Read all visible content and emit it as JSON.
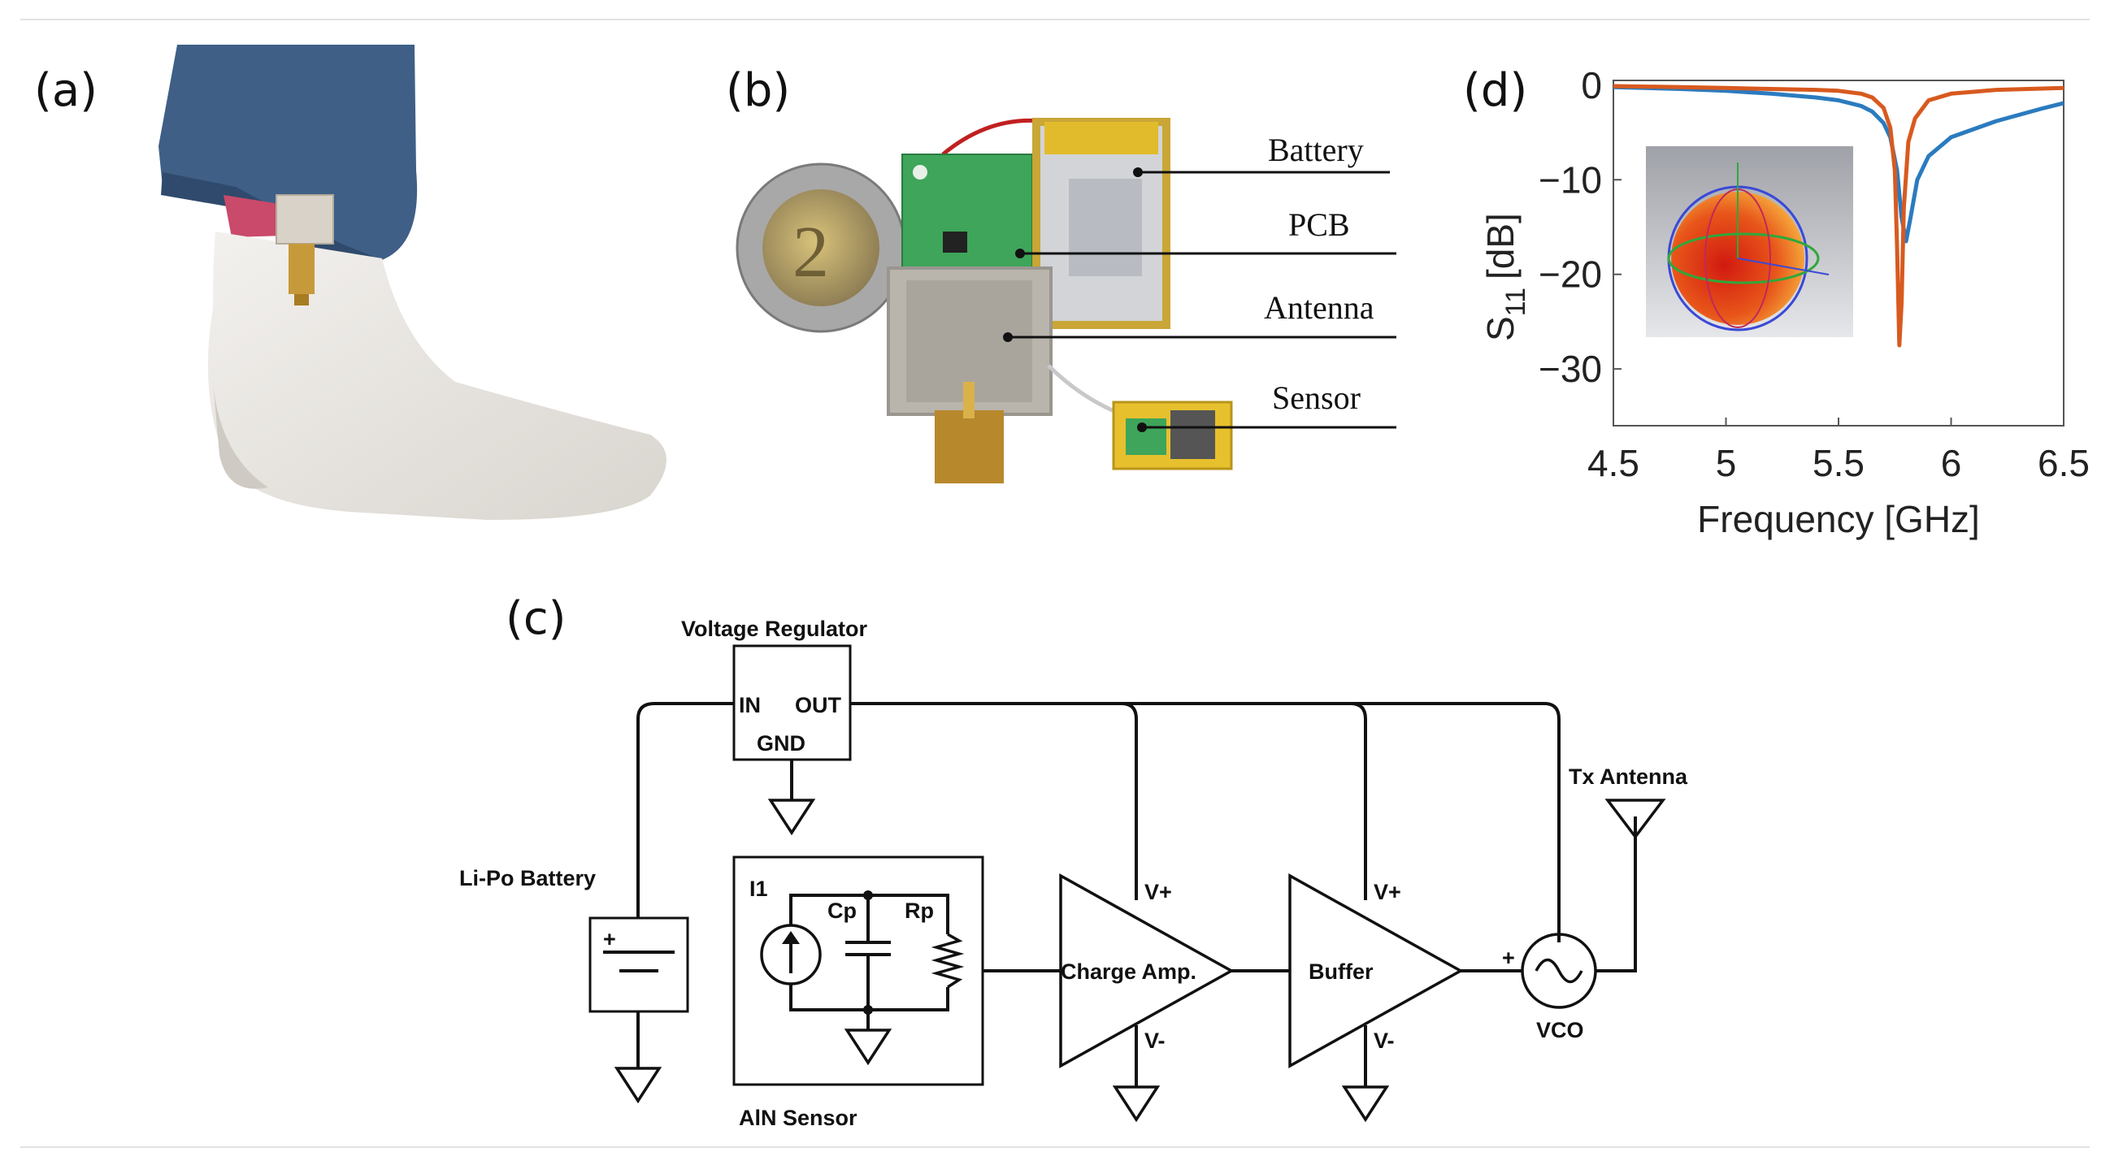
{
  "panels": {
    "a": "(a)",
    "b": "(b)",
    "c": "(c)",
    "d": "(d)"
  },
  "photo_b": {
    "labels": [
      "Battery",
      "PCB",
      "Antenna",
      "Sensor"
    ]
  },
  "schematic": {
    "voltage_regulator": "Voltage Regulator",
    "in": "IN",
    "out": "OUT",
    "gnd": "GND",
    "battery": "Li-Po Battery",
    "plus": "+",
    "i1": "I1",
    "cp": "Cp",
    "rp": "Rp",
    "sensor": "AlN Sensor",
    "charge_amp": "Charge Amp.",
    "buffer": "Buffer",
    "vplus": "V+",
    "vminus": "V-",
    "vco": "VCO",
    "vco_plus": "+",
    "tx_antenna": "Tx Antenna"
  },
  "colors": {
    "series_blue": "#2b7bbf",
    "series_orange": "#d85a1f"
  },
  "chart_data": {
    "type": "line",
    "xlabel": "Frequency [GHz]",
    "ylabel_main": "S",
    "ylabel_sub": "11",
    "ylabel_unit": "[dB]",
    "xlim": [
      4.5,
      6.5
    ],
    "ylim": [
      -36,
      0.5
    ],
    "xticks": [
      4.5,
      5,
      5.5,
      6,
      6.5
    ],
    "xtick_labels": [
      "4.5",
      "5",
      "5.5",
      "6",
      "6.5"
    ],
    "yticks": [
      0,
      -10,
      -20,
      -30
    ],
    "ytick_labels": [
      "0",
      "−10",
      "−20",
      "−30"
    ],
    "grid": false,
    "inset": "radiation-pattern-3d",
    "series": [
      {
        "color": "#2b7bbf",
        "x": [
          4.5,
          4.8,
          5.0,
          5.2,
          5.4,
          5.5,
          5.6,
          5.65,
          5.7,
          5.73,
          5.76,
          5.78,
          5.8,
          5.82,
          5.85,
          5.9,
          6.0,
          6.2,
          6.4,
          6.5
        ],
        "y": [
          -0.2,
          -0.4,
          -0.6,
          -0.9,
          -1.3,
          -1.6,
          -2.2,
          -2.8,
          -4.0,
          -5.5,
          -9.0,
          -14.0,
          -16.5,
          -14.0,
          -10.0,
          -7.5,
          -5.5,
          -3.8,
          -2.5,
          -1.9
        ]
      },
      {
        "color": "#d85a1f",
        "x": [
          4.5,
          4.8,
          5.0,
          5.2,
          5.4,
          5.5,
          5.6,
          5.65,
          5.7,
          5.73,
          5.75,
          5.76,
          5.77,
          5.78,
          5.79,
          5.81,
          5.84,
          5.9,
          6.0,
          6.2,
          6.5
        ],
        "y": [
          -0.1,
          -0.2,
          -0.3,
          -0.4,
          -0.5,
          -0.6,
          -0.9,
          -1.3,
          -2.4,
          -4.5,
          -9.0,
          -17.0,
          -27.5,
          -23.0,
          -13.0,
          -6.0,
          -3.5,
          -1.6,
          -0.9,
          -0.5,
          -0.3
        ]
      }
    ]
  }
}
